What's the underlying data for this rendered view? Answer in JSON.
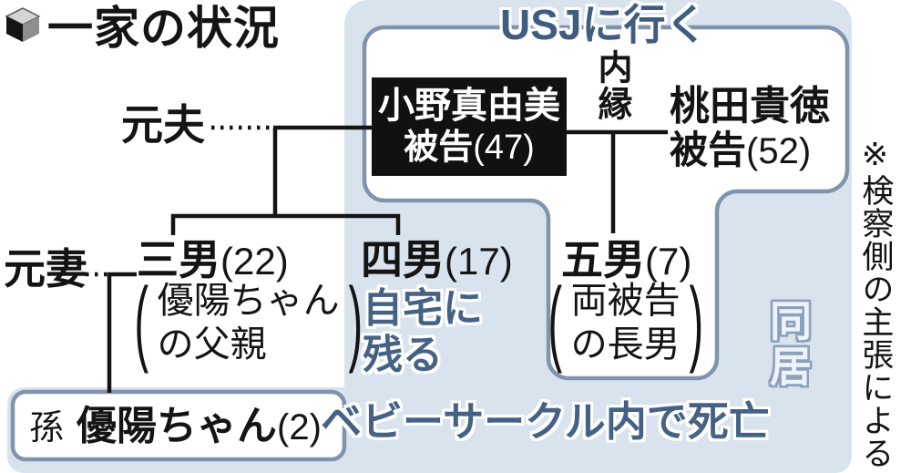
{
  "title": "一家の状況",
  "glyphs": {
    "paren_open": "(",
    "paren_close": ")"
  },
  "labels": {
    "usj_group": "USJに行く",
    "cohabit": "同居",
    "ex_husband": "元夫",
    "ex_wife": "元妻",
    "common_law": "内縁",
    "grandchild_prefix": "孫",
    "death_note": "ベビーサークル内で死亡",
    "source_note": "※検察側の主張による"
  },
  "people": {
    "mother": {
      "name": "小野真由美",
      "role": "被告",
      "age": "(47)"
    },
    "partner": {
      "name": "桃田貴徳",
      "role": "被告",
      "age": "(52)"
    },
    "son3": {
      "label": "三男",
      "age": "(22)",
      "note_line1": "優陽ちゃん",
      "note_line2": "の父親"
    },
    "son4": {
      "label": "四男",
      "age": "(17)",
      "note_line1": "自宅に",
      "note_line2": "残る"
    },
    "son5": {
      "label": "五男",
      "age": "(7)",
      "note_line1": "両被告",
      "note_line2": "の長男"
    },
    "grandchild": {
      "name": "優陽ちゃん",
      "age": "(2)"
    }
  },
  "colors": {
    "panel_fill": "#d9e3ee",
    "panel_border": "#8093ac",
    "accent_text": "#456285",
    "black_box": "#111111"
  }
}
